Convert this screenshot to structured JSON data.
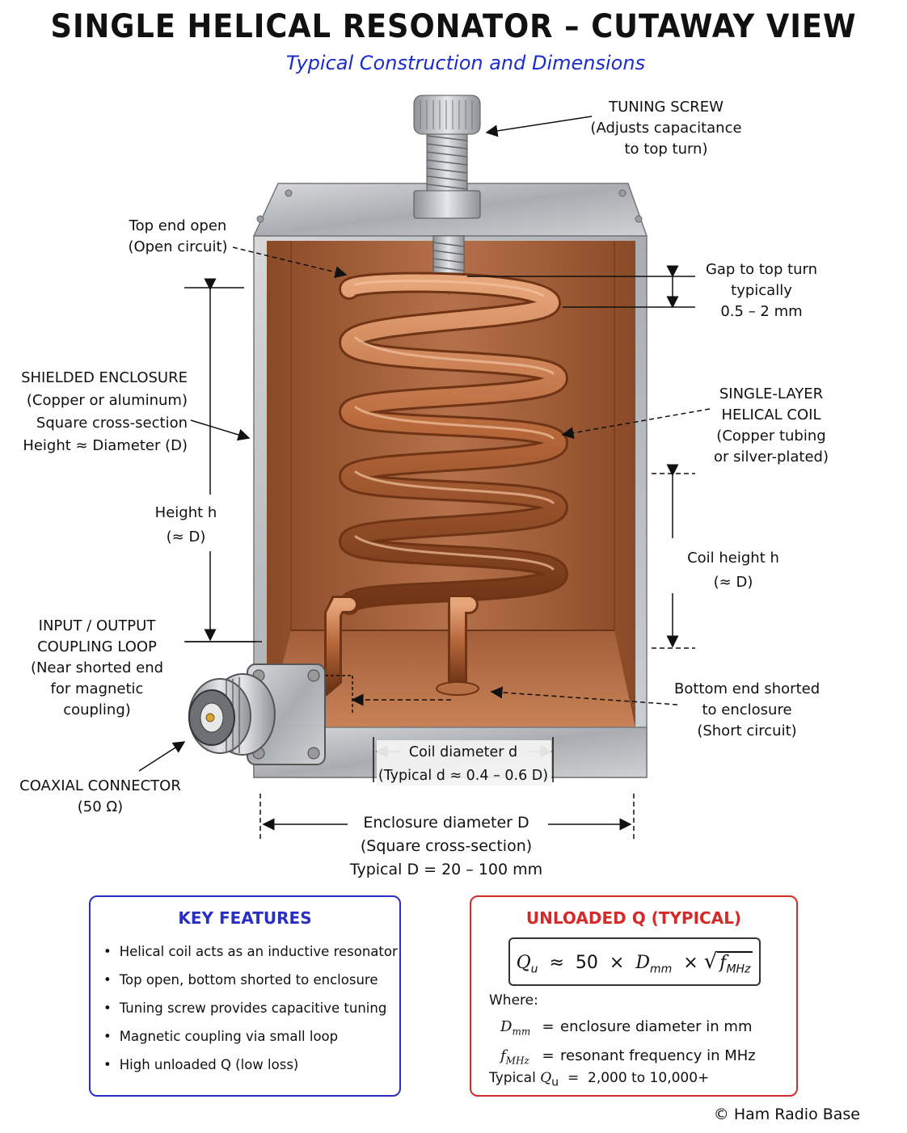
{
  "title": "SINGLE HELICAL RESONATOR – CUTAWAY VIEW",
  "subtitle": "Typical Construction and Dimensions",
  "labels": {
    "tuning_screw": [
      "TUNING SCREW",
      "(Adjusts capacitance",
      "to top turn)"
    ],
    "top_end": [
      "Top end open",
      "(Open circuit)"
    ],
    "gap": [
      "Gap to top turn",
      "typically",
      "0.5 – 2 mm"
    ],
    "enclosure": [
      "SHIELDED ENCLOSURE",
      "(Copper or aluminum)",
      "Square cross-section",
      "Height ≈ Diameter (D)"
    ],
    "coil": [
      "SINGLE-LAYER",
      "HELICAL COIL",
      "(Copper tubing",
      "or silver-plated)"
    ],
    "height": [
      "Height h",
      "(≈ D)"
    ],
    "coil_height": [
      "Coil height h",
      "(≈ D)"
    ],
    "coupling": [
      "INPUT / OUTPUT",
      "COUPLING LOOP",
      "(Near shorted end",
      "for magnetic",
      "coupling)"
    ],
    "bottom_end": [
      "Bottom end shorted",
      "to enclosure",
      "(Short circuit)"
    ],
    "coil_diameter": [
      "Coil diameter d",
      "(Typical d ≈ 0.4 – 0.6 D)"
    ],
    "coax": [
      "COAXIAL CONNECTOR",
      "(50 Ω)"
    ],
    "enclosure_diameter": [
      "Enclosure diameter D",
      "(Square cross-section)",
      "Typical D = 20 – 100 mm"
    ]
  },
  "key_features": {
    "title": "KEY FEATURES",
    "items": [
      "Helical coil acts as an inductive resonator",
      "Top open, bottom shorted to enclosure",
      "Tuning screw provides capacitive tuning",
      "Magnetic coupling via small loop",
      "High unloaded Q (low loss)"
    ]
  },
  "unloaded_q": {
    "title": "UNLOADED Q (TYPICAL)",
    "formula": {
      "lhs": "Q",
      "lhs_sub": "u",
      "approx": "≈",
      "k": "50",
      "times": "×",
      "d": "D",
      "d_sub": "mm",
      "f": "f",
      "f_sub": "MHz"
    },
    "where": "Where:",
    "defs": [
      {
        "sym": "D",
        "sub": "mm",
        "eq": "=",
        "text": "enclosure diameter in mm"
      },
      {
        "sym": "f",
        "sub": "MHz",
        "eq": "=",
        "text": "resonant frequency in MHz"
      }
    ],
    "typical_prefix": "Typical",
    "typical_sym": "Q",
    "typical_sub": "u",
    "typical_eq": "=",
    "typical_value": "2,000 to 10,000+"
  },
  "copyright": "© Ham Radio Base",
  "colors": {
    "copper": "#b86a3c",
    "copper_dark": "#7a3e1c",
    "steel": "#b9bcbf",
    "key_features_border": "#2a2fc4",
    "unloaded_q_border": "#d42a2a",
    "subtitle": "#1a2dcc"
  }
}
